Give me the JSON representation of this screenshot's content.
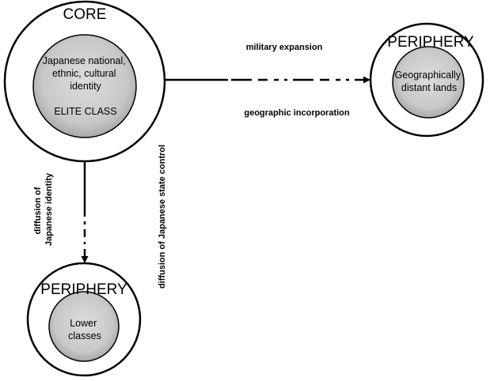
{
  "core": {
    "title": "CORE",
    "inner_lines": [
      "Japanese national,",
      "ethnic, cultural",
      "identity"
    ],
    "elite_label": "ELITE CLASS"
  },
  "periphery_right": {
    "title": "PERIPHERY",
    "inner_lines": [
      "Geographically",
      "distant lands"
    ]
  },
  "periphery_bottom": {
    "title": "PERIPHERY",
    "inner_lines": [
      "Lower",
      "classes"
    ]
  },
  "edges": {
    "military_expansion": "military expansion",
    "geographic_incorporation": "geographic incorporation",
    "diffusion_identity_lines": [
      "diffusion of",
      "Japanese identity"
    ],
    "diffusion_state_control": "diffusion of Japanese state control"
  },
  "colors": {
    "inner_fill": "#c8c8c8",
    "stroke": "#000000"
  }
}
